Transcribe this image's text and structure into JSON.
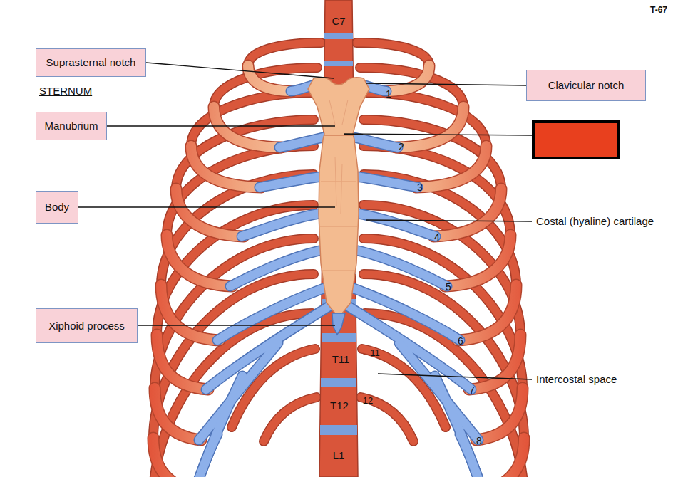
{
  "diagram": {
    "nodes": [
      {
        "text": [
          "Suprasternal notch"
        ]
      },
      {
        "text": [
          "Clavicular notch"
        ]
      },
      {
        "text": [
          "Manubrium"
        ]
      },
      {
        "text": [
          "Body"
        ]
      },
      {
        "text": [
          "Xiphoid process"
        ]
      }
    ],
    "labels": [
      "T-67",
      "C7",
      "STERNUM",
      "1",
      "2",
      "3",
      "Costal (hyaline) cartilage",
      "4",
      "5",
      "6",
      "T11",
      "11",
      "Intercostal space",
      "T12",
      "12",
      "7",
      "8",
      "L1"
    ]
  }
}
